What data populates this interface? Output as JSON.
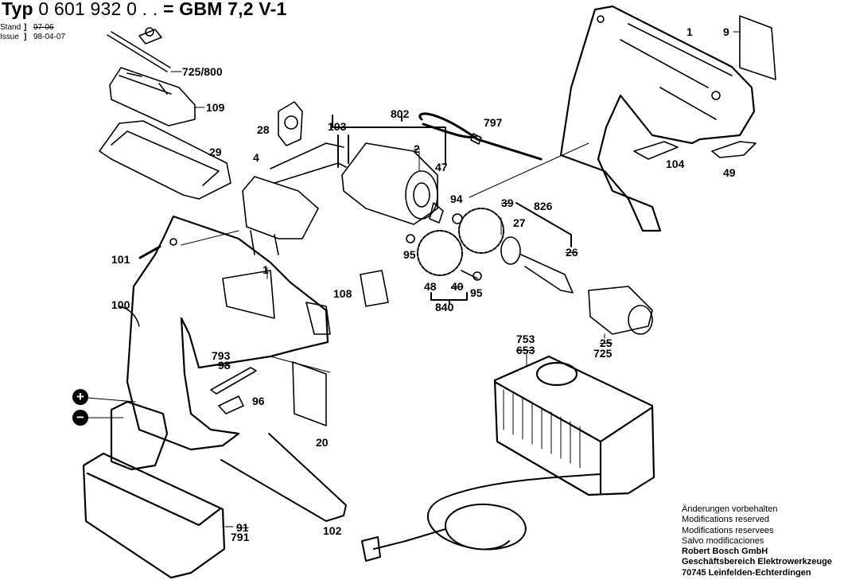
{
  "header": {
    "type_prefix": "Typ",
    "type_number": "0 601 932 0 . .",
    "equals": "=",
    "model": "GBM 7,2 V-1",
    "stand_label": "Stand",
    "stand_value": "97-06",
    "issue_label": "Issue",
    "issue_value": "98-04-07"
  },
  "parts": [
    {
      "id": "p-725-800",
      "text": "725/800",
      "struck": false
    },
    {
      "id": "p-109",
      "text": "109",
      "struck": false
    },
    {
      "id": "p-29",
      "text": "29",
      "struck": false
    },
    {
      "id": "p-28",
      "text": "28",
      "struck": false
    },
    {
      "id": "p-103",
      "text": "103",
      "struck": false
    },
    {
      "id": "p-802",
      "text": "802",
      "struck": false
    },
    {
      "id": "p-2",
      "text": "2",
      "struck": true
    },
    {
      "id": "p-47",
      "text": "47",
      "struck": false
    },
    {
      "id": "p-797",
      "text": "797",
      "struck": false
    },
    {
      "id": "p-1-top",
      "text": "1",
      "struck": false
    },
    {
      "id": "p-9",
      "text": "9",
      "struck": false
    },
    {
      "id": "p-104",
      "text": "104",
      "struck": false
    },
    {
      "id": "p-49",
      "text": "49",
      "struck": false
    },
    {
      "id": "p-4",
      "text": "4",
      "struck": false
    },
    {
      "id": "p-94",
      "text": "94",
      "struck": false
    },
    {
      "id": "p-39",
      "text": "39",
      "struck": true
    },
    {
      "id": "p-826",
      "text": "826",
      "struck": false
    },
    {
      "id": "p-27",
      "text": "27",
      "struck": false
    },
    {
      "id": "p-26",
      "text": "26",
      "struck": true
    },
    {
      "id": "p-95a",
      "text": "95",
      "struck": false
    },
    {
      "id": "p-48",
      "text": "48",
      "struck": false
    },
    {
      "id": "p-40",
      "text": "40",
      "struck": true
    },
    {
      "id": "p-95b",
      "text": "95",
      "struck": false
    },
    {
      "id": "p-840",
      "text": "840",
      "struck": false
    },
    {
      "id": "p-101",
      "text": "101",
      "struck": false
    },
    {
      "id": "p-1-mid",
      "text": "1",
      "struck": false
    },
    {
      "id": "p-108",
      "text": "108",
      "struck": false
    },
    {
      "id": "p-100",
      "text": "100",
      "struck": false
    },
    {
      "id": "p-793",
      "text": "793",
      "struck": false
    },
    {
      "id": "p-98",
      "text": "98",
      "struck": true
    },
    {
      "id": "p-96",
      "text": "96",
      "struck": false
    },
    {
      "id": "p-20",
      "text": "20",
      "struck": false
    },
    {
      "id": "p-753",
      "text": "753",
      "struck": false
    },
    {
      "id": "p-653",
      "text": "653",
      "struck": true
    },
    {
      "id": "p-725",
      "text": "725",
      "struck": false
    },
    {
      "id": "p-25",
      "text": "25",
      "struck": true
    },
    {
      "id": "p-102",
      "text": "102",
      "struck": false
    },
    {
      "id": "p-91",
      "text": "91",
      "struck": true
    },
    {
      "id": "p-791",
      "text": "791",
      "struck": false
    }
  ],
  "polarity": {
    "plus": "+",
    "minus": "−"
  },
  "footer": {
    "lines": [
      "Änderungen vorbehalten",
      "Modifications reserved",
      "Modifications reservees",
      "Salvo modificaciones"
    ],
    "company": "Robert Bosch GmbH",
    "division": "Geschäftsbereich Elektrowerkzeuge",
    "address": "70745 Leinfelden-Echterdingen"
  }
}
